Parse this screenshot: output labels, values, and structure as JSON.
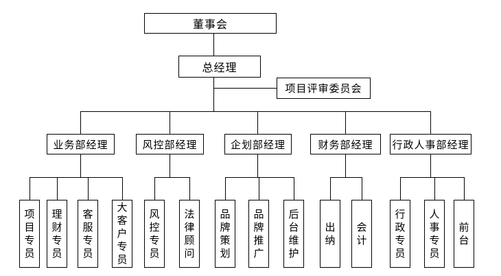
{
  "chart": {
    "type": "org-chart",
    "root": "董事会",
    "general_manager": "总经理",
    "committee": "项目评审委员会",
    "departments": [
      {
        "label": "业务部经理",
        "children": [
          "项目专员",
          "理财专员",
          "客服专员",
          "大客户专员"
        ]
      },
      {
        "label": "风控部经理",
        "children": [
          "风控专员",
          "法律顾问"
        ]
      },
      {
        "label": "企划部经理",
        "children": [
          "品牌策划",
          "品牌推广",
          "后台维护"
        ]
      },
      {
        "label": "财务部经理",
        "children": [
          "出纳",
          "会计"
        ]
      },
      {
        "label": "行政人事部经理",
        "children": [
          "行政专员",
          "人事专员",
          "前台"
        ]
      }
    ],
    "colors": {
      "line": "#000000",
      "background": "#ffffff",
      "text": "#000000"
    }
  }
}
